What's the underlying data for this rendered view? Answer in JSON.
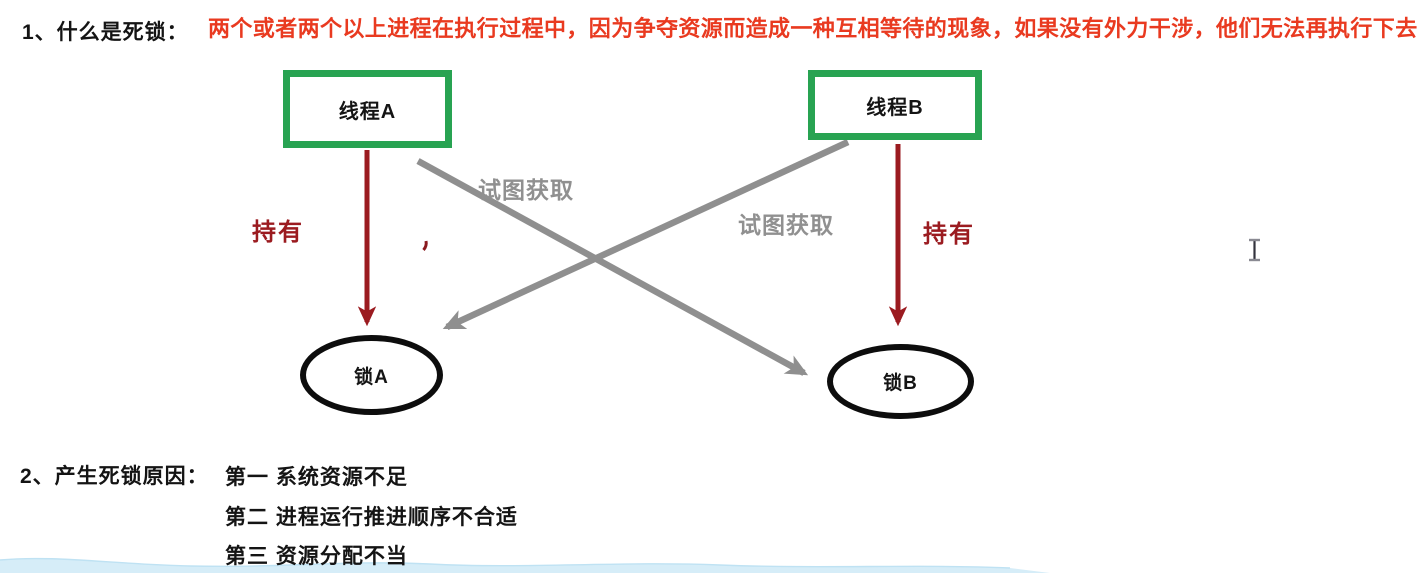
{
  "section1": {
    "heading": "1、什么是死锁：",
    "definition": "两个或者两个以上进程在执行过程中，因为争夺资源而造成一种互相等待的现象，如果没有外力干涉，他们无法再执行下去"
  },
  "diagram": {
    "nodes": {
      "thread_a": "线程A",
      "thread_b": "线程B",
      "lock_a": "锁A",
      "lock_b": "锁B"
    },
    "edge_labels": {
      "hold_left": "持有",
      "hold_right": "持有",
      "acquire_left": "试图获取",
      "acquire_right": "试图获取"
    }
  },
  "section2": {
    "heading": "2、产生死锁原因：",
    "reasons": [
      "第一 系统资源不足",
      "第二 进程运行推进顺序不合适",
      "第三 资源分配不当"
    ]
  },
  "cursor": {
    "type": "i-beam"
  },
  "colors": {
    "definition_red": "#e93a20",
    "hold_dark_red": "#9b1b20",
    "node_green": "#28a352",
    "edge_gray": "#8f8f8f",
    "text_black": "#141414",
    "wave_blue": "#d6edf8"
  }
}
